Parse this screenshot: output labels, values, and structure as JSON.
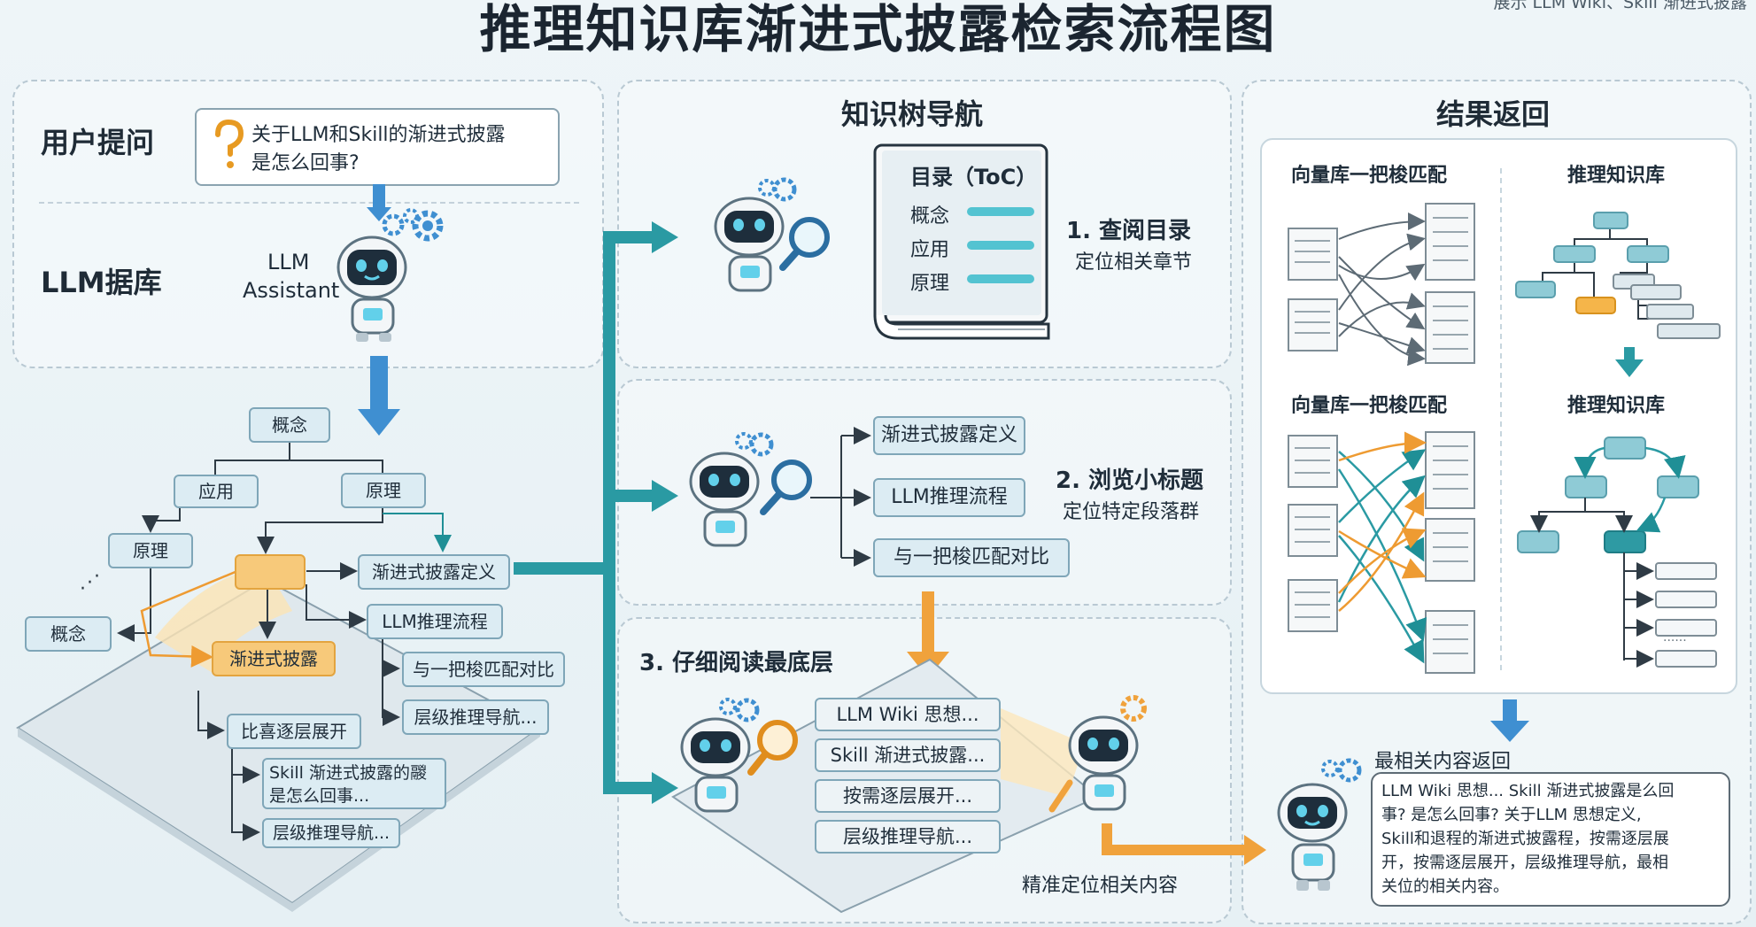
{
  "title": "推理知识库渐进式披露检索流程图",
  "corner_note": "展示 LLM Wiki、Skill 渐进式披露",
  "left": {
    "user_question_label": "用户提问",
    "question_line1": "关于LLM和Skill的渐进式披露",
    "question_line2": "是怎么回事?",
    "llm_label": "LLM据库",
    "assistant_line1": "LLM",
    "assistant_line2": "Assistant",
    "tree": {
      "concept_top": "概念",
      "app": "应用",
      "principle_right": "原理",
      "principle_left": "原理",
      "concept_left": "概念",
      "progressive": "渐进式披露",
      "def": "渐进式披露定义",
      "flow": "LLM推理流程",
      "compare": "与一把梭匹配对比",
      "hier": "层级推理导航...",
      "expand": "比喜逐层展开",
      "skill_line1": "Skill 渐进式披露的鬷",
      "skill_line2": "是怎么回事...",
      "hier2": "层级推理导航...",
      "ellipsis": "..."
    }
  },
  "middle": {
    "heading": "知识树导航",
    "toc_title": "目录（ToC）",
    "toc_items": [
      "概念",
      "应用",
      "原理"
    ],
    "step1_title": "1. 查阅目录",
    "step1_sub": "定位相关章节",
    "sub_items": [
      "渐进式披露定义",
      "LLM推理流程",
      "与一把梭匹配对比"
    ],
    "step2_title": "2. 浏览小标题",
    "step2_sub": "定位特定段落群",
    "step3_title": "3. 仔细阅读最底层",
    "read_items": [
      "LLM Wiki 思想...",
      "Skill 渐进式披露...",
      "按需逐层展开...",
      "层级推理导航..."
    ],
    "locate_label": "精准定位相关内容"
  },
  "right": {
    "heading": "结果返回",
    "vec_label_top": "向量库一把梭匹配",
    "kb_label_top": "推理知识库",
    "vec_label_bottom": "向量库一把梭匹配",
    "kb_label_bottom": "推理知识库",
    "result_label": "最相关内容返回",
    "result_lines": [
      "LLM Wiki 思想... Skill 渐进式披露是么回",
      "事? 是怎么回事? 关于LLM 思想定义,",
      "Skill和退程的渐进式披露程，按需逐层展",
      "开，按需逐层展开，层级推理导航，最相",
      "关位的相关内容。"
    ],
    "dots": "......"
  },
  "colors": {
    "teal": "#2a9aa3",
    "orange": "#f0a23c",
    "blue_arrow": "#3f8fd1",
    "box_fill": "#dcecf3"
  },
  "icons": [
    "question-mark-icon",
    "robot-icon",
    "gear-icon",
    "magnifier-icon",
    "pencil-icon",
    "book-icon",
    "document-icon"
  ]
}
